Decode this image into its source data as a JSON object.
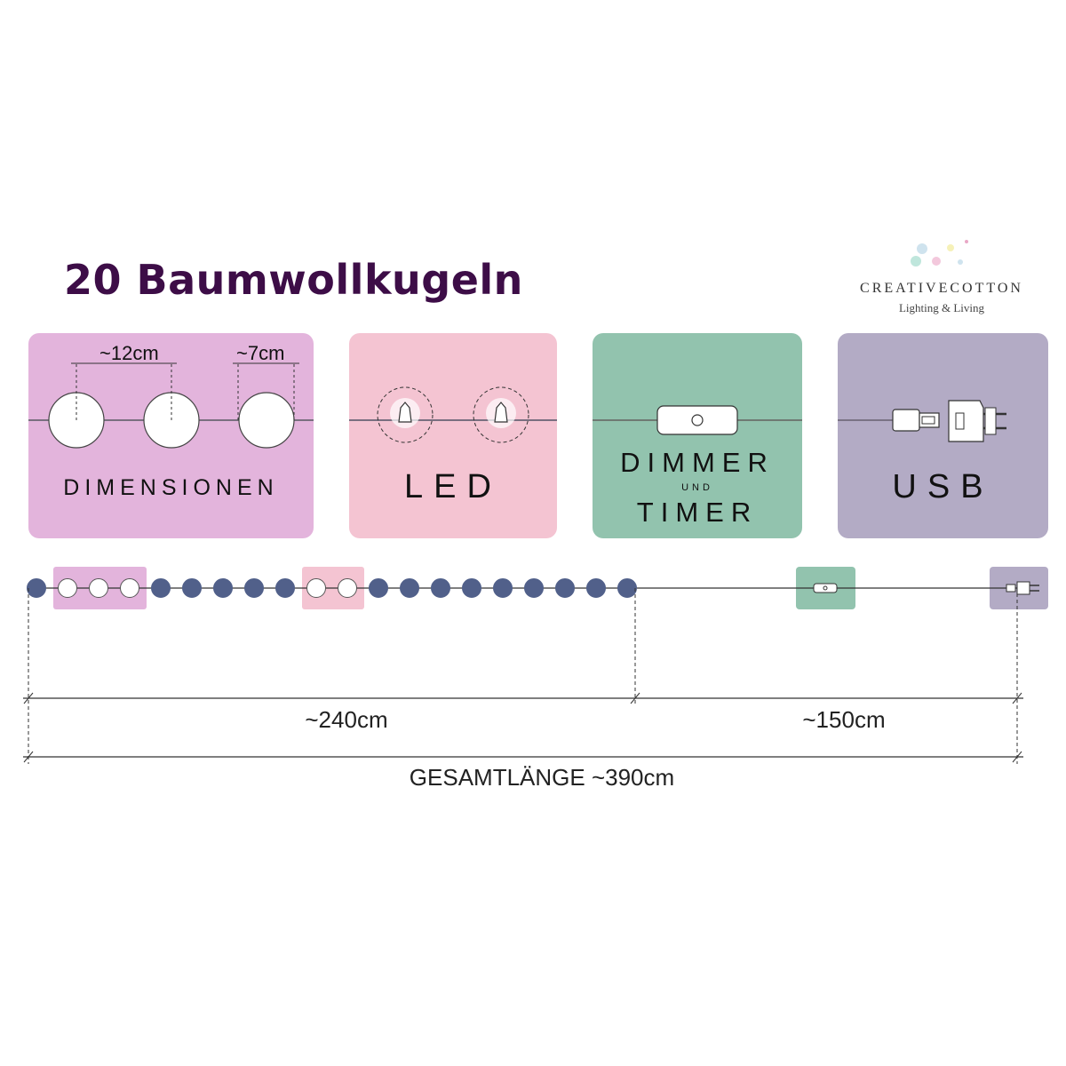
{
  "title": "20 Baumwollkugeln",
  "logo": {
    "name": "CREATIVECOTTON",
    "tagline": "Lighting & Living",
    "dot_colors": [
      "#cfe3ee",
      "#f3c8dc",
      "#f6f1b8",
      "#bfe6dc",
      "#e9a8c6"
    ]
  },
  "cards": {
    "dimensions": {
      "label": "DIMENSIONEN",
      "spacing": "~12cm",
      "diameter": "~7cm",
      "color": "#e3b4dc"
    },
    "led": {
      "label": "LED",
      "color": "#f4c4d2"
    },
    "dimmer": {
      "line1": "DIMMER",
      "line2": "UND",
      "line3": "TIMER",
      "color": "#92c3ae"
    },
    "usb": {
      "label": "USB",
      "color": "#b3abc5"
    }
  },
  "strand": {
    "ball_count": 20,
    "ball_color": "#51608a",
    "light_ball_color": "#ffffff"
  },
  "lengths": {
    "balls": "~240cm",
    "cable": "~150cm",
    "total": "GESAMTLÄNGE ~390cm"
  }
}
